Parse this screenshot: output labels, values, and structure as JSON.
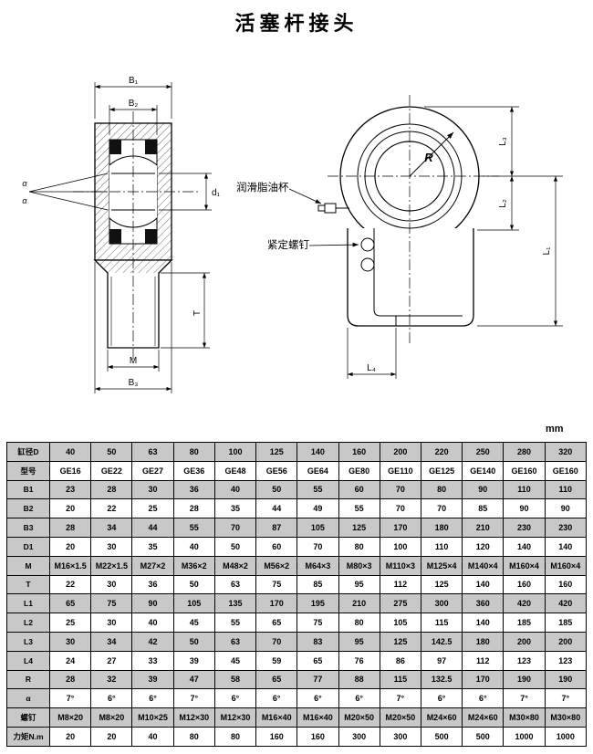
{
  "page": {
    "title": "活塞杆接头",
    "unit_label": "mm"
  },
  "drawings": {
    "front_view": {
      "dim_labels": {
        "b1": "B₁",
        "b2": "B₂",
        "b3": "B₃",
        "d1": "d₁",
        "t": "T",
        "m": "M",
        "alpha1": "α",
        "alpha2": "α"
      }
    },
    "side_view": {
      "dim_labels": {
        "r": "R",
        "l1": "L₁",
        "l2": "L₂",
        "l3": "L₃",
        "l4": "L₄"
      },
      "callouts": {
        "grease_cup": "润滑脂油杯",
        "set_screw": "紧定螺钉"
      }
    }
  },
  "table": {
    "rows": [
      {
        "label": "缸径D",
        "shaded": true,
        "values": [
          "40",
          "50",
          "63",
          "80",
          "100",
          "125",
          "140",
          "160",
          "200",
          "220",
          "250",
          "280",
          "320"
        ]
      },
      {
        "label": "型号",
        "shaded": false,
        "values": [
          "GE16",
          "GE22",
          "GE27",
          "GE36",
          "GE48",
          "GE56",
          "GE64",
          "GE80",
          "GE110",
          "GE125",
          "GE140",
          "GE160",
          "GE160"
        ]
      },
      {
        "label": "B1",
        "shaded": true,
        "values": [
          "23",
          "28",
          "30",
          "36",
          "40",
          "50",
          "55",
          "60",
          "70",
          "80",
          "90",
          "110",
          "110"
        ]
      },
      {
        "label": "B2",
        "shaded": false,
        "values": [
          "20",
          "22",
          "25",
          "28",
          "35",
          "44",
          "49",
          "55",
          "70",
          "70",
          "85",
          "90",
          "90"
        ]
      },
      {
        "label": "B3",
        "shaded": true,
        "values": [
          "28",
          "34",
          "44",
          "55",
          "70",
          "87",
          "105",
          "125",
          "170",
          "180",
          "210",
          "230",
          "230"
        ]
      },
      {
        "label": "D1",
        "shaded": false,
        "values": [
          "20",
          "30",
          "35",
          "40",
          "50",
          "60",
          "70",
          "80",
          "100",
          "110",
          "120",
          "140",
          "140"
        ]
      },
      {
        "label": "M",
        "shaded": true,
        "values": [
          "M16×1.5",
          "M22×1.5",
          "M27×2",
          "M36×2",
          "M48×2",
          "M56×2",
          "M64×3",
          "M80×3",
          "M110×3",
          "M125×4",
          "M140×4",
          "M160×4",
          "M160×4"
        ]
      },
      {
        "label": "T",
        "shaded": false,
        "values": [
          "22",
          "30",
          "36",
          "50",
          "63",
          "75",
          "85",
          "95",
          "112",
          "125",
          "140",
          "160",
          "160"
        ]
      },
      {
        "label": "L1",
        "shaded": true,
        "values": [
          "65",
          "75",
          "90",
          "105",
          "135",
          "170",
          "195",
          "210",
          "275",
          "300",
          "360",
          "420",
          "420"
        ]
      },
      {
        "label": "L2",
        "shaded": false,
        "values": [
          "25",
          "30",
          "40",
          "45",
          "55",
          "65",
          "75",
          "80",
          "105",
          "115",
          "140",
          "185",
          "185"
        ]
      },
      {
        "label": "L3",
        "shaded": true,
        "values": [
          "30",
          "34",
          "42",
          "50",
          "63",
          "70",
          "83",
          "95",
          "125",
          "142.5",
          "180",
          "200",
          "200"
        ]
      },
      {
        "label": "L4",
        "shaded": false,
        "values": [
          "24",
          "27",
          "33",
          "39",
          "45",
          "59",
          "65",
          "76",
          "86",
          "97",
          "112",
          "123",
          "123"
        ]
      },
      {
        "label": "R",
        "shaded": true,
        "values": [
          "28",
          "32",
          "39",
          "47",
          "58",
          "65",
          "77",
          "88",
          "115",
          "132.5",
          "170",
          "190",
          "190"
        ]
      },
      {
        "label": "α",
        "shaded": false,
        "values": [
          "7°",
          "6°",
          "6°",
          "7°",
          "6°",
          "6°",
          "6°",
          "6°",
          "7°",
          "6°",
          "6°",
          "7°",
          "7°"
        ]
      },
      {
        "label": "螺钉",
        "shaded": true,
        "values": [
          "M8×20",
          "M8×20",
          "M10×25",
          "M12×30",
          "M12×30",
          "M16×40",
          "M16×40",
          "M20×50",
          "M20×50",
          "M24×60",
          "M24×60",
          "M30×80",
          "M30×80"
        ]
      },
      {
        "label": "力矩N.m",
        "shaded": false,
        "values": [
          "20",
          "20",
          "40",
          "80",
          "80",
          "160",
          "160",
          "300",
          "300",
          "500",
          "500",
          "1000",
          "1000"
        ]
      }
    ]
  },
  "colors": {
    "shade": "#c8c8c8",
    "line": "#000000"
  }
}
